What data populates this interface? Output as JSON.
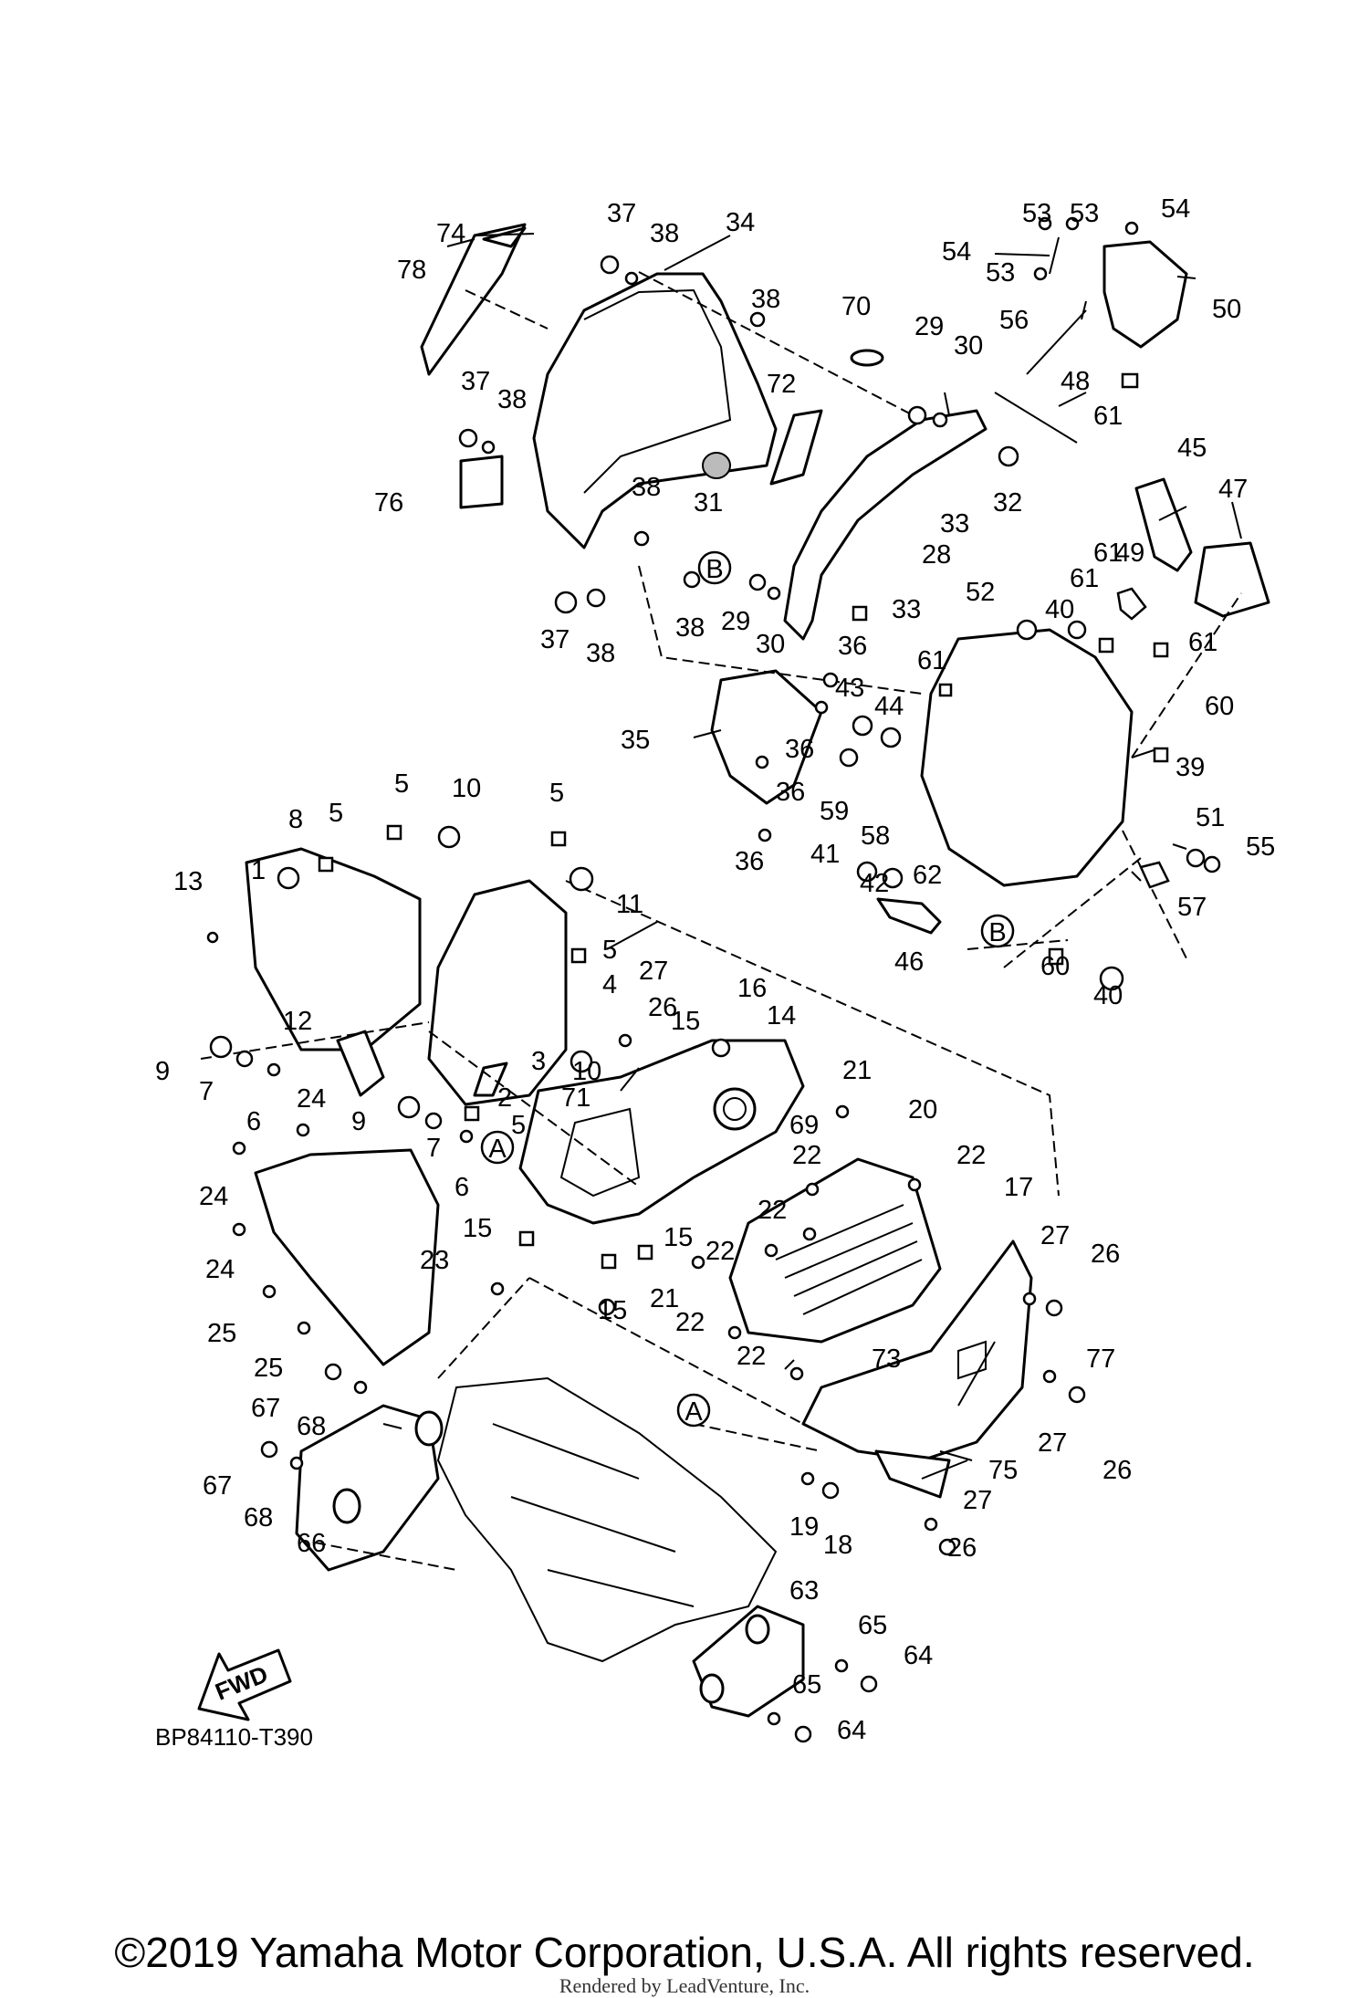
{
  "diagram": {
    "code": "BP84110-T390",
    "fwd_label": "FWD",
    "refs": [
      "A",
      "B"
    ],
    "part_numbers": [
      "1",
      "2",
      "3",
      "4",
      "5",
      "6",
      "7",
      "8",
      "9",
      "10",
      "11",
      "12",
      "13",
      "14",
      "15",
      "16",
      "17",
      "18",
      "19",
      "20",
      "21",
      "22",
      "23",
      "24",
      "25",
      "26",
      "27",
      "28",
      "29",
      "30",
      "31",
      "32",
      "33",
      "34",
      "35",
      "36",
      "37",
      "38",
      "39",
      "40",
      "41",
      "42",
      "43",
      "44",
      "45",
      "46",
      "47",
      "48",
      "49",
      "50",
      "51",
      "52",
      "53",
      "54",
      "55",
      "56",
      "57",
      "58",
      "59",
      "60",
      "61",
      "62",
      "63",
      "64",
      "65",
      "66",
      "67",
      "68",
      "69",
      "70",
      "71",
      "72",
      "73",
      "74",
      "75",
      "76",
      "77",
      "78"
    ]
  },
  "footer": {
    "copyright": "©2019 Yamaha Motor Corporation, U.S.A. All rights reserved.",
    "rendered_by": "Rendered by LeadVenture, Inc."
  }
}
